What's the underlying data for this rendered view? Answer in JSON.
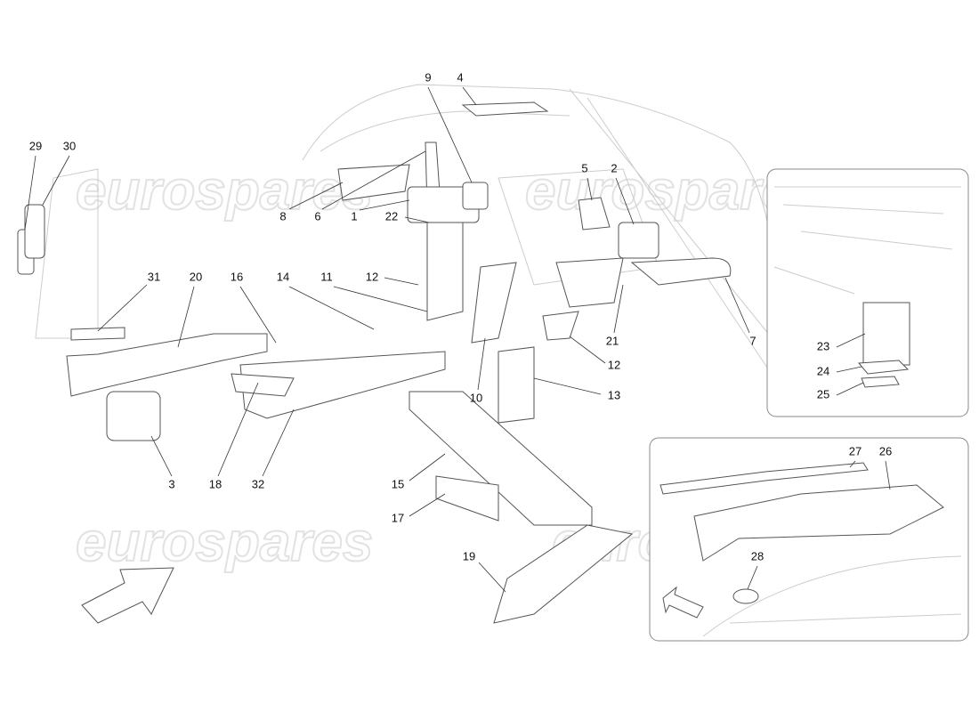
{
  "watermark": "eurospares",
  "callouts": {
    "c29": "29",
    "c30": "30",
    "c9": "9",
    "c4": "4",
    "c5": "5",
    "c2": "2",
    "c8": "8",
    "c6": "6",
    "c1": "1",
    "c22": "22",
    "c31": "31",
    "c20": "20",
    "c16": "16",
    "c14": "14",
    "c11": "11",
    "c12a": "12",
    "c21": "21",
    "c7": "7",
    "c12b": "12",
    "c13": "13",
    "c10": "10",
    "c3": "3",
    "c18": "18",
    "c32": "32",
    "c15": "15",
    "c17": "17",
    "c19": "19",
    "c23": "23",
    "c24": "24",
    "c25": "25",
    "c27": "27",
    "c26": "26",
    "c28": "28"
  },
  "colors": {
    "line": "#333333",
    "ghost": "#cccccc",
    "watermark": "#e2e2e2"
  }
}
